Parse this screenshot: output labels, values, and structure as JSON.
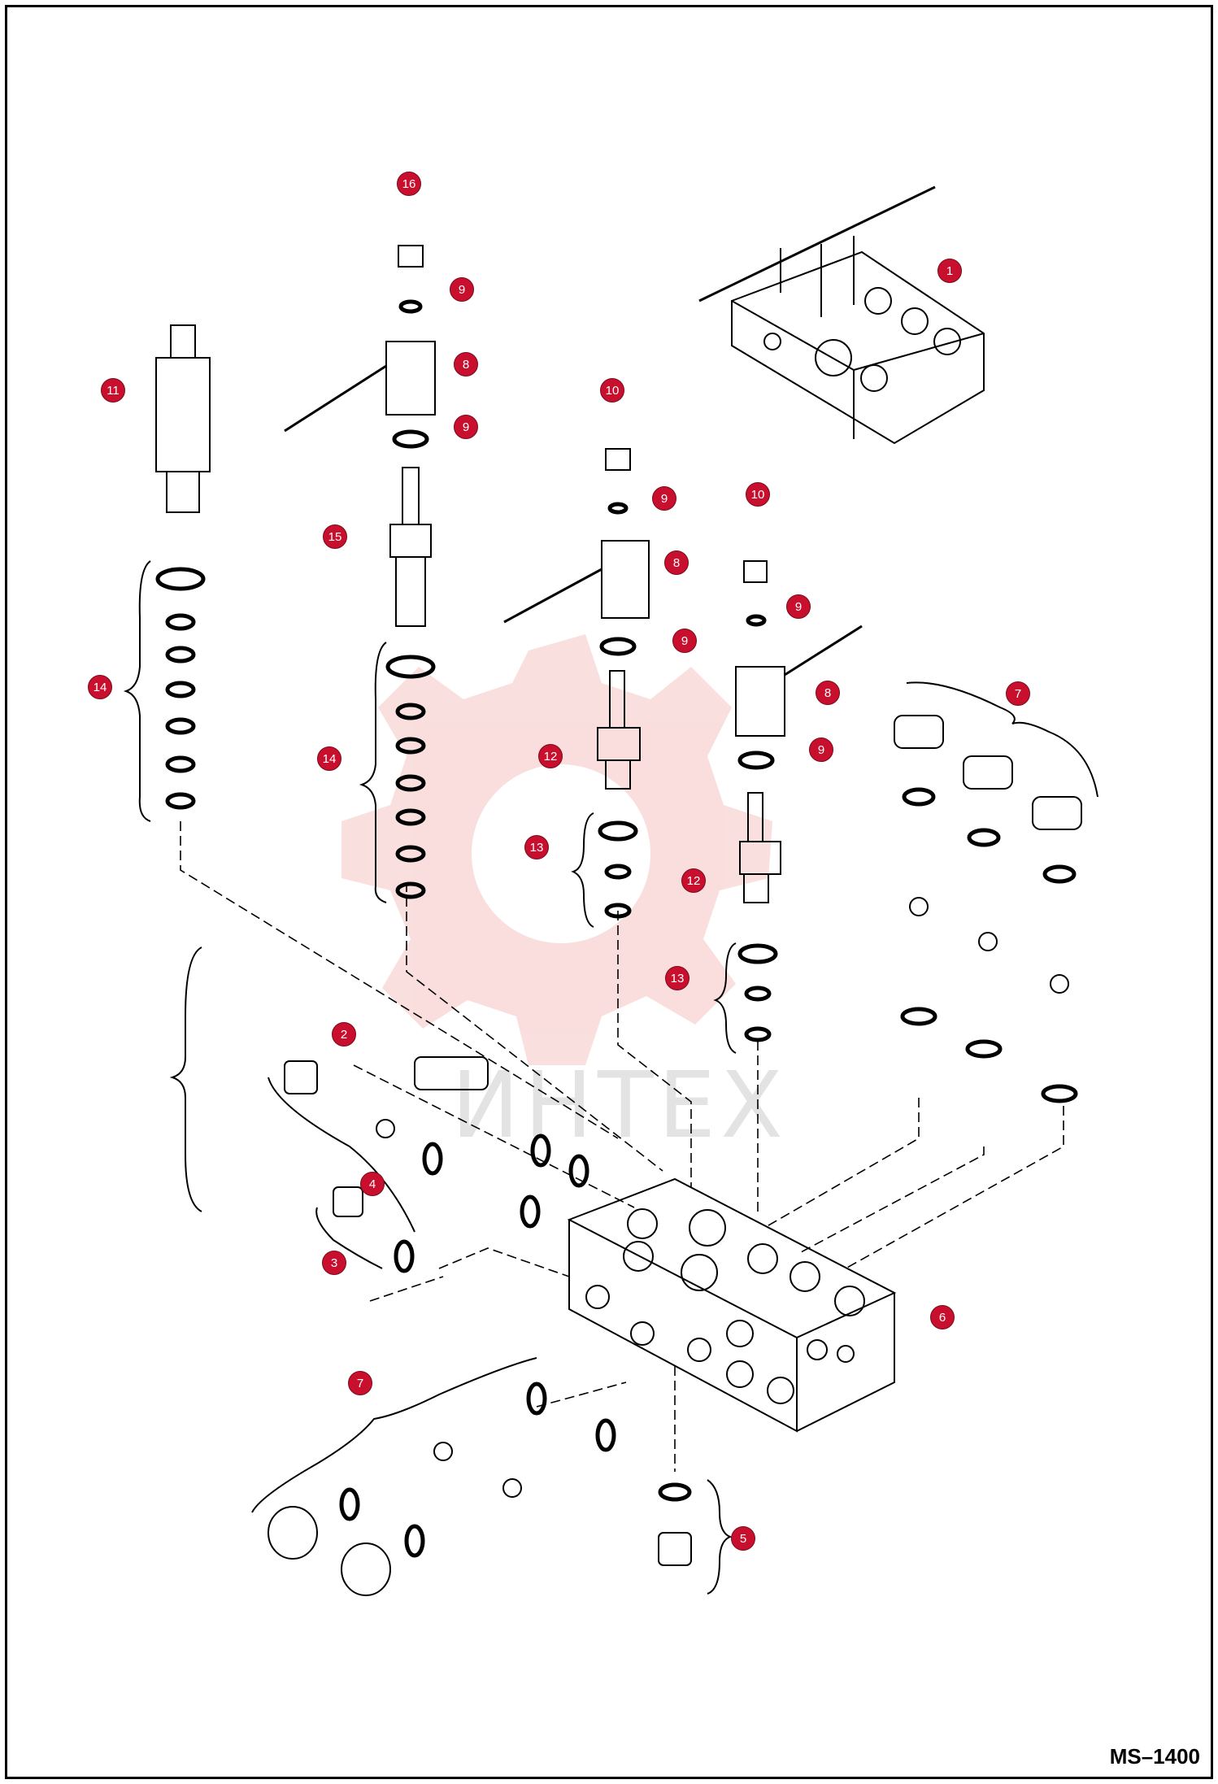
{
  "watermark": "ИНТЕХ",
  "drawing_code": "MS–1400",
  "callouts": [
    "16",
    "9",
    "8",
    "9",
    "11",
    "15",
    "14",
    "10",
    "9",
    "8",
    "9",
    "12",
    "10",
    "9",
    "8",
    "9",
    "12",
    "13",
    "13",
    "14",
    "7",
    "1",
    "2",
    "4",
    "3",
    "6",
    "7",
    "5"
  ],
  "colors": {
    "callout_fill": "#c8102e",
    "line": "#000000",
    "watermark": "#d8d8d8",
    "gear_logo": "#f2a0a0"
  }
}
